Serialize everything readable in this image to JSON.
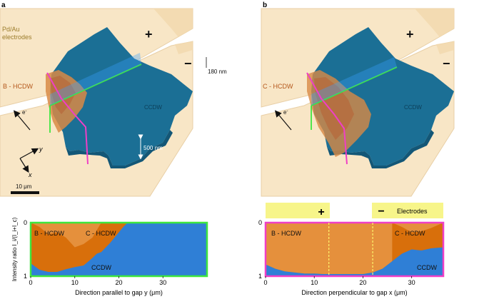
{
  "panel_a": {
    "letter": "a",
    "electrodes_label_1": "Pd/Au",
    "electrodes_label_2": "electrodes",
    "plus": "+",
    "minus": "−",
    "thickness_label": "180 nm",
    "hcdw_label": "B - HCDW",
    "ccdw_label": "CCDW",
    "electron_label": "e",
    "electron_sup": "-",
    "height_label": "500 nm",
    "axis_y": "y",
    "axis_x": "x",
    "scale_bar": "10 μm"
  },
  "panel_b": {
    "letter": "b",
    "plus": "+",
    "minus": "−",
    "hcdw_label": "C - HCDW",
    "ccdw_label": "CCDW",
    "electron_label": "e",
    "electron_sup": "-"
  },
  "colors": {
    "electrode": "#f8e6c6",
    "electrode_edge": "#e8cfa6",
    "ccdw": "#1b6f95",
    "ccdw_plot": "#2f7fd6",
    "hcdw_dark": "#d86f0b",
    "hcdw_light": "#e5903c",
    "green": "#3ee63e",
    "magenta": "#ef3fc6",
    "yellow_box": "#f7f58a"
  },
  "chart_data": [
    {
      "type": "area",
      "ylabel": "Intensity ratio I_i/(I_i+I_c)",
      "xlabel": "Direction parallel to gap y (μm)",
      "xlim": [
        0,
        40
      ],
      "ylim": [
        0,
        1
      ],
      "xticks": [
        "0",
        "10",
        "20",
        "30"
      ],
      "yticks": [
        "0",
        "1"
      ],
      "region_labels": [
        "B - HCDW",
        "C - HCDW",
        "CCDW"
      ],
      "series": [
        {
          "name": "B - HCDW",
          "x": [
            0,
            2,
            4,
            6,
            8,
            10,
            12,
            14,
            16
          ],
          "values": [
            0.0,
            0.08,
            0.22,
            0.18,
            0.28,
            0.46,
            0.4,
            0.28,
            0.0
          ]
        },
        {
          "name": "CCDW",
          "x": [
            0,
            2,
            4,
            6,
            8,
            10,
            12,
            14,
            15,
            16,
            18,
            20,
            21,
            22,
            40
          ],
          "values": [
            0.76,
            0.88,
            0.92,
            0.92,
            0.87,
            0.83,
            0.8,
            0.66,
            0.58,
            0.55,
            0.38,
            0.18,
            0.08,
            0.0,
            0.0
          ]
        }
      ]
    },
    {
      "type": "area",
      "xlabel": "Direction perpendicular to gap x (μm)",
      "xlim": [
        0,
        36.5
      ],
      "ylim": [
        0,
        1
      ],
      "xticks": [
        "0",
        "10",
        "20",
        "30"
      ],
      "yticks": [
        "0",
        "1"
      ],
      "region_labels": [
        "B - HCDW",
        "C - HCDW",
        "CCDW"
      ],
      "electrode_labels": [
        "+",
        "−",
        "Electrodes"
      ],
      "electrode_edges_x": [
        13,
        22
      ],
      "series": [
        {
          "name": "B - HCDW",
          "x": [
            0,
            4,
            8,
            12,
            16,
            20,
            22,
            24,
            26,
            28,
            30,
            32,
            34,
            36.5
          ],
          "values": [
            0.0,
            0.0,
            0.0,
            0.0,
            0.0,
            0.0,
            0.0,
            0.0,
            0.0,
            0.08,
            0.18,
            0.16,
            0.1,
            0.0
          ]
        },
        {
          "name": "CCDW",
          "x": [
            0,
            2,
            4,
            6,
            8,
            10,
            12,
            16,
            20,
            22,
            24,
            26,
            28,
            30,
            32,
            34,
            36.5
          ],
          "values": [
            0.78,
            0.86,
            0.91,
            0.93,
            0.95,
            0.95,
            0.96,
            0.96,
            0.96,
            0.93,
            0.86,
            0.72,
            0.58,
            0.5,
            0.52,
            0.48,
            0.46
          ]
        }
      ]
    }
  ]
}
